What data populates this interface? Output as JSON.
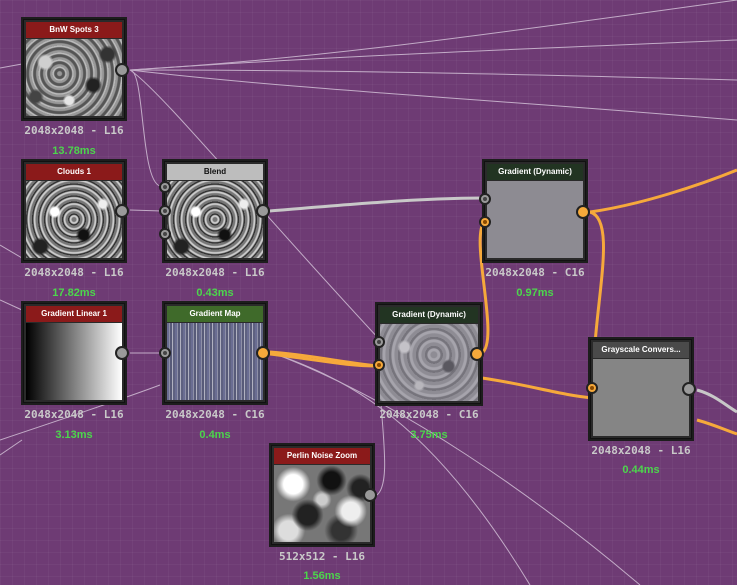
{
  "graph": {
    "nodes": [
      {
        "id": "bnw_spots_3",
        "title": "BnW Spots 3",
        "resolution": "2048x2048 - L16",
        "time": "13.78ms"
      },
      {
        "id": "clouds_1",
        "title": "Clouds 1",
        "resolution": "2048x2048 - L16",
        "time": "17.82ms"
      },
      {
        "id": "blend",
        "title": "Blend",
        "resolution": "2048x2048 - L16",
        "time": "0.43ms"
      },
      {
        "id": "gradient_dynamic_top",
        "title": "Gradient (Dynamic)",
        "resolution": "2048x2048 - C16",
        "time": "0.97ms"
      },
      {
        "id": "gradient_linear_1",
        "title": "Gradient Linear 1",
        "resolution": "2048x2048 - L16",
        "time": "3.13ms"
      },
      {
        "id": "gradient_map",
        "title": "Gradient Map",
        "resolution": "2048x2048 - C16",
        "time": "0.4ms"
      },
      {
        "id": "gradient_dynamic_mid",
        "title": "Gradient (Dynamic)",
        "resolution": "2048x2048 - C16",
        "time": "3.75ms"
      },
      {
        "id": "grayscale_conversion",
        "title": "Grayscale Convers...",
        "resolution": "2048x2048 - L16",
        "time": "0.44ms"
      },
      {
        "id": "perlin_noise_zoom",
        "title": "Perlin Noise Zoom",
        "resolution": "512x512 - L16",
        "time": "1.56ms"
      }
    ]
  },
  "colors": {
    "canvas_background": "#6e3b74",
    "grayscale_wire": "#c8c8c8",
    "color_wire": "#f6a93b",
    "timing_text": "#4cd64c"
  }
}
